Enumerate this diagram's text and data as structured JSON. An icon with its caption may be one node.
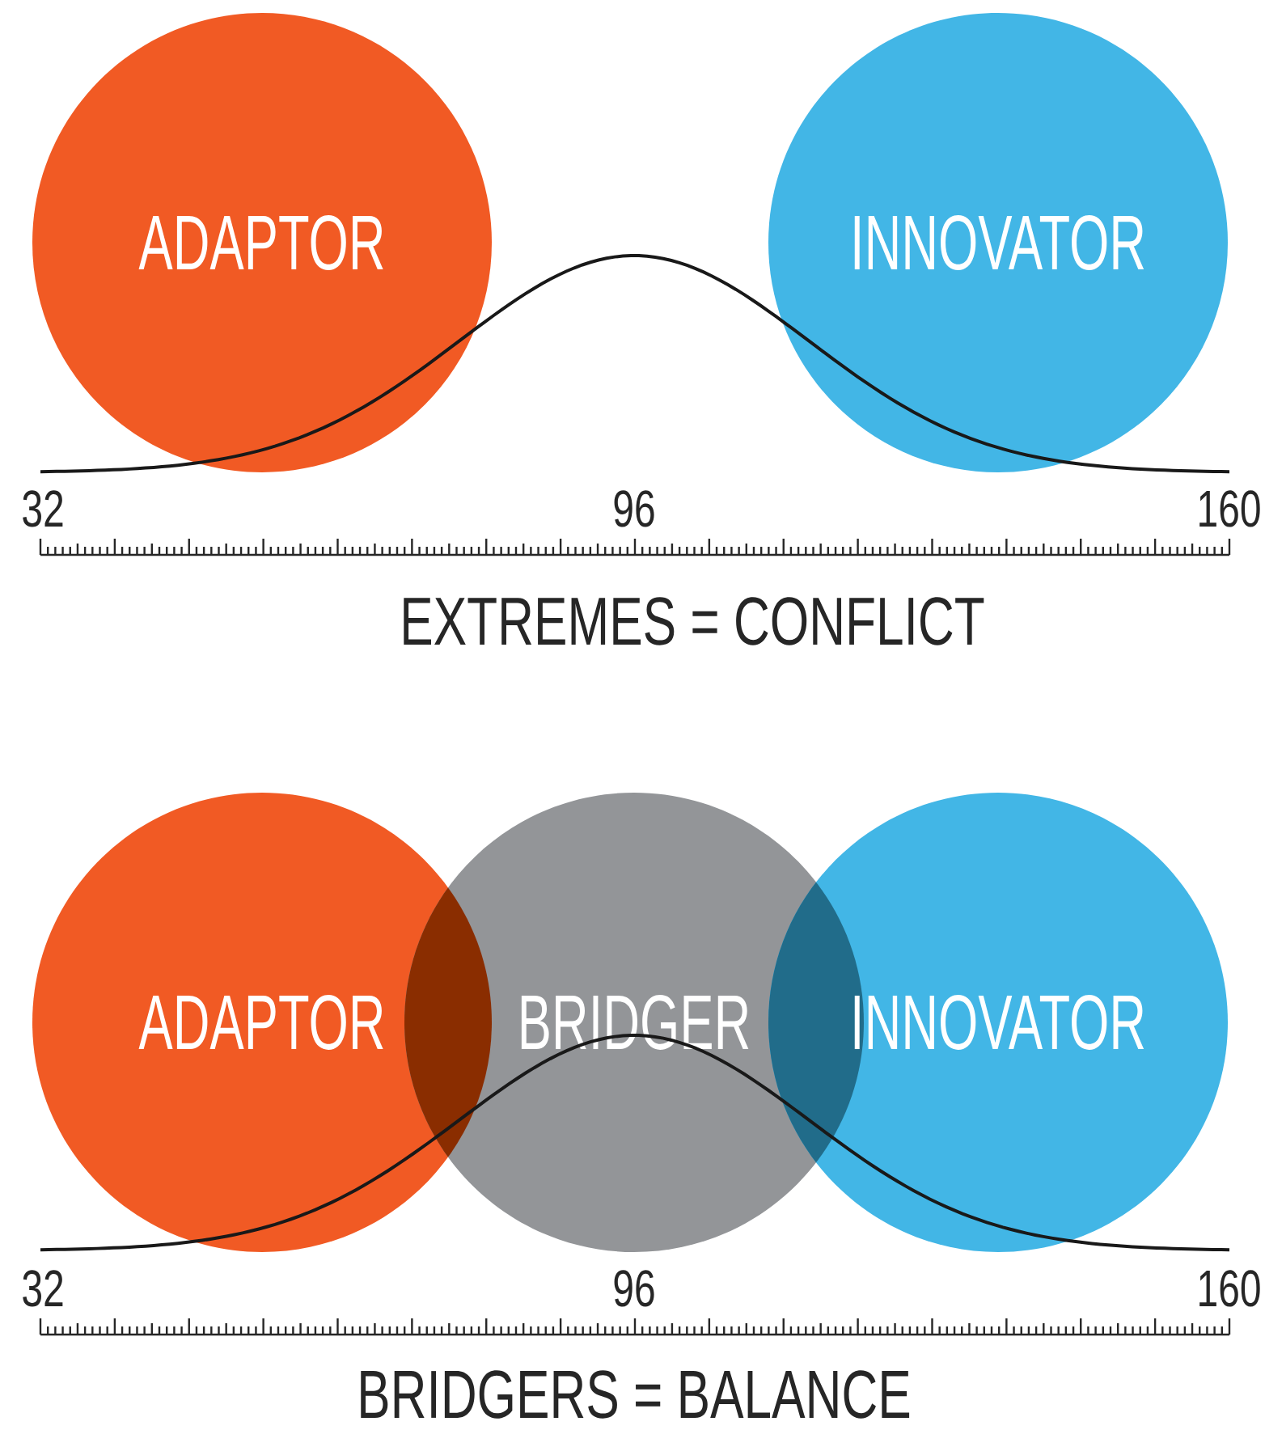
{
  "diagram": {
    "nodes": [
      {
        "text": [
          "ADAPTOR"
        ]
      },
      {
        "text": [
          "INNOVATOR"
        ]
      },
      {
        "text": [
          "ADAPTOR"
        ]
      },
      {
        "text": [
          "BRIDGER"
        ]
      },
      {
        "text": [
          "INNOVATOR"
        ]
      }
    ],
    "labels": [
      "32",
      "96",
      "160",
      "EXTREMES = CONFLICT",
      "32",
      "96",
      "160",
      "BRIDGERS = BALANCE"
    ]
  }
}
